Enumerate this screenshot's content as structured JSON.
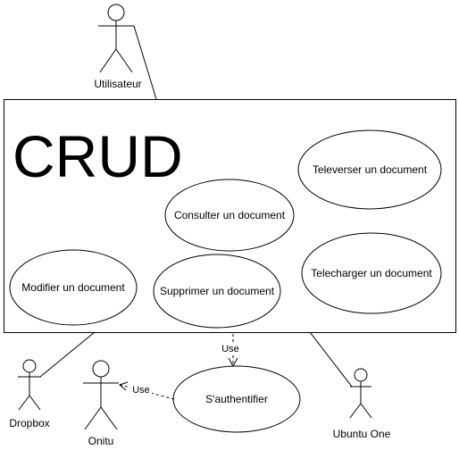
{
  "system": {
    "title": "CRUD"
  },
  "actors": {
    "utilisateur": "Utilisateur",
    "dropbox": "Dropbox",
    "onitu": "Onitu",
    "ubuntu_one": "Ubuntu One"
  },
  "use_cases": {
    "televerser": "Televerser un document",
    "consulter": "Consulter un document",
    "modifier": "Modifier un document",
    "supprimer": "Supprimer un document",
    "telecharger": "Telecharger un document",
    "authentifier": "S'authentifier"
  },
  "relations": {
    "use_top": "Use",
    "use_left": "Use"
  },
  "colors": {
    "stroke": "#000000",
    "background": "#ffffff"
  }
}
